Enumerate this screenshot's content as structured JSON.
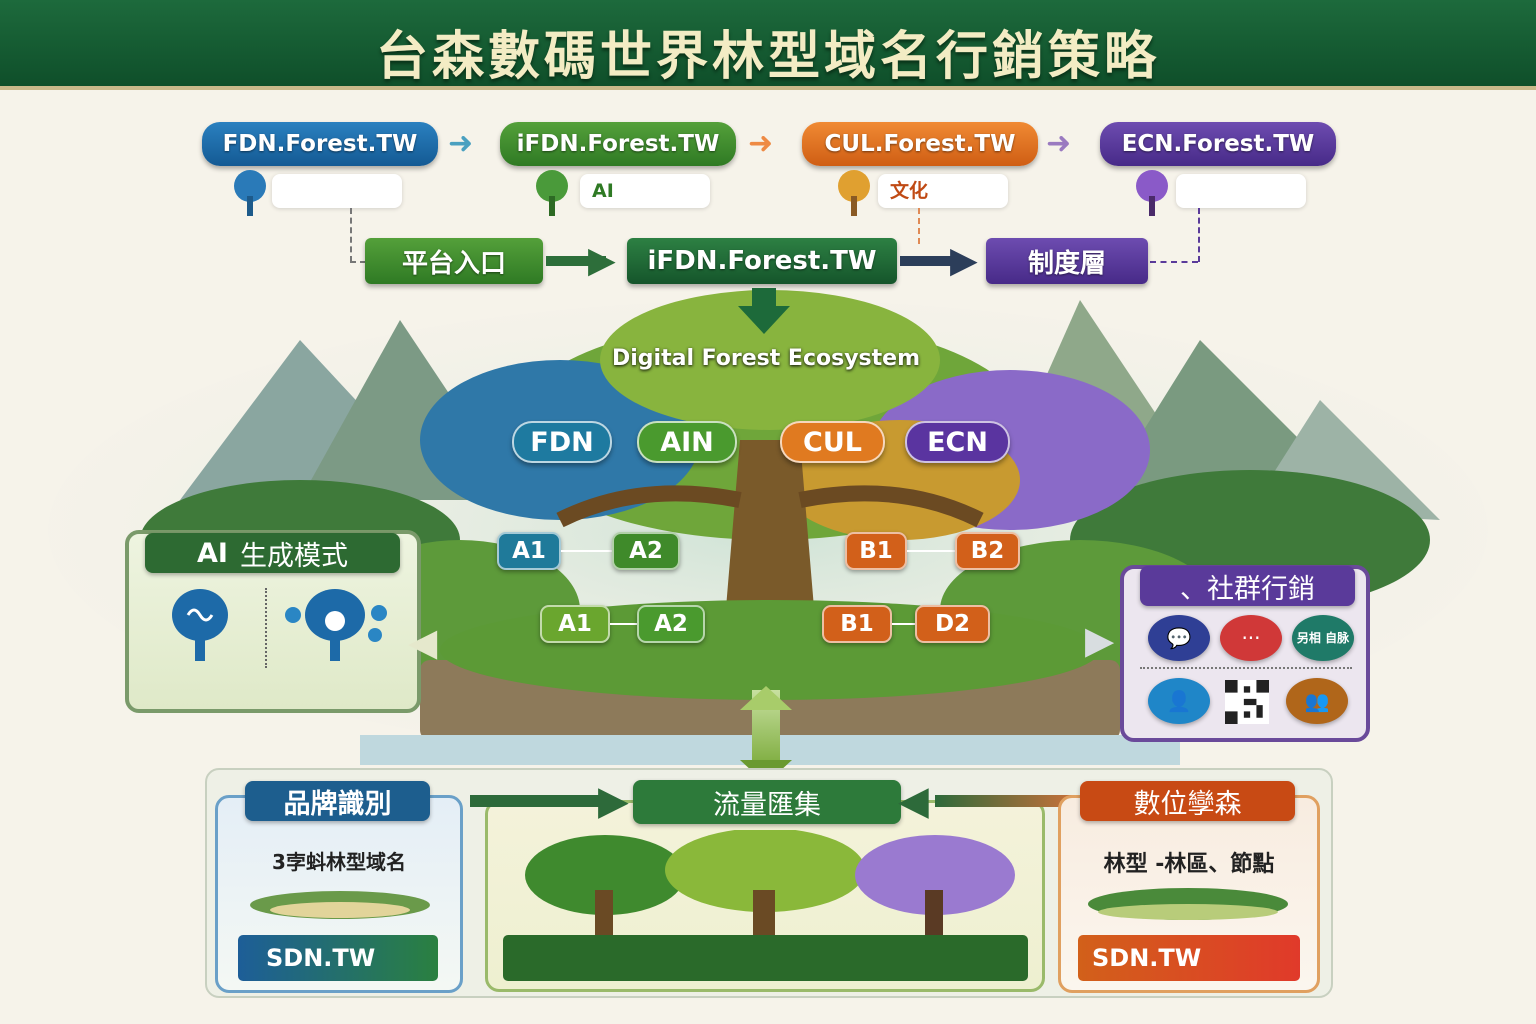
{
  "title": "台森數碼世界林型域名行銷策略",
  "top_domains": [
    {
      "label": "FDN.Forest.TW",
      "sub": "",
      "color": "#1d6aa8"
    },
    {
      "label": "iFDN.Forest.TW",
      "sub": "AI",
      "color": "#3f8a2e"
    },
    {
      "label": "CUL.Forest.TW",
      "sub": "文化",
      "color": "#e0701f"
    },
    {
      "label": "ECN.Forest.TW",
      "sub": "",
      "color": "#5a3a9a"
    }
  ],
  "flow": {
    "entry": "平台入口",
    "hub": "iFDN.Forest.TW",
    "institution": "制度層"
  },
  "ecosystem_title": "Digital Forest Ecosystem",
  "nodes": [
    "FDN",
    "AIN",
    "CUL",
    "ECN"
  ],
  "sub_nodes": {
    "a_top": [
      "A1",
      "A2"
    ],
    "a_bottom": [
      "A1",
      "A2"
    ],
    "b_top": [
      "B1",
      "B2"
    ],
    "b_bottom": [
      "B1",
      "D2"
    ]
  },
  "left_panel": {
    "title_prefix": "AI",
    "title": "生成模式"
  },
  "right_panel": {
    "title": "、社群行銷",
    "icons": [
      "chat-icon",
      "message-icon",
      "text-badge-icon",
      "user-icon",
      "qr-code-icon",
      "group-icon"
    ],
    "badge_text": "另相 自脉"
  },
  "bottom": {
    "brand": {
      "title": "品牌識別",
      "text": "3孛蚪林型域名",
      "bar": "SDN.TW"
    },
    "traffic": {
      "title": "流量匯集"
    },
    "digital": {
      "title": "數位孿森",
      "text": "林型 -林區、節點",
      "bar": "SDN.TW"
    }
  }
}
